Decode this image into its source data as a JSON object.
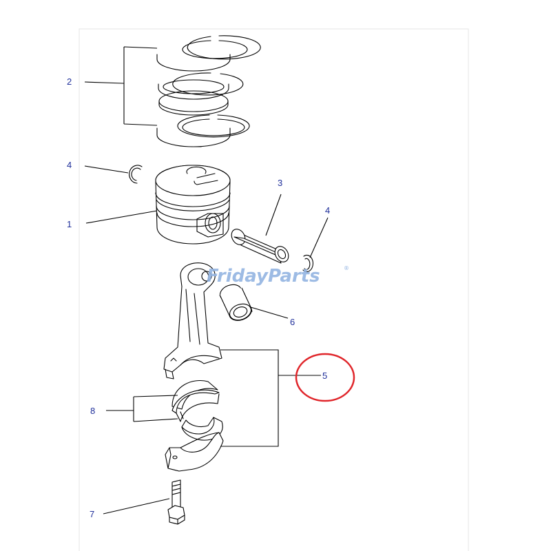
{
  "callouts": {
    "piston": "1",
    "rings": "2",
    "pin": "3",
    "snap_ring_top": "4",
    "snap_ring_right": "4",
    "connecting_rod": "5",
    "bushing": "6",
    "bolt": "7",
    "bearing": "8"
  },
  "watermark": {
    "text": "FridayParts",
    "mark": "®"
  },
  "highlight": {
    "target_callout": "5",
    "color": "#e0262b"
  },
  "colors": {
    "callout_text": "#1f2f9a",
    "watermark": "#93b4e2",
    "line": "#000000"
  }
}
